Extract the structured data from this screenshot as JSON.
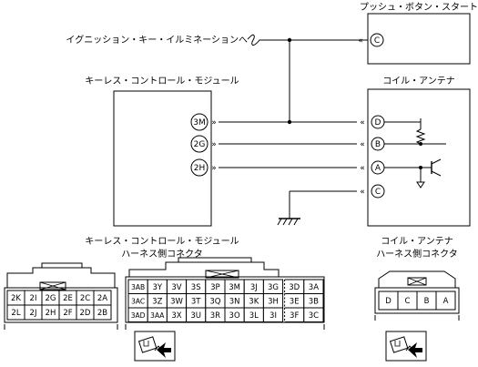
{
  "labels": {
    "push_button_start": "プッシュ・ボタン・スタート",
    "ignition_illumination": "イグニッション・キー・イルミネーションへ",
    "keyless_module": "キーレス・コントロール・モジュール",
    "coil_antenna": "コイル・アンテナ",
    "keyless_connector_line1": "キーレス・コントロール・モジュール",
    "keyless_connector_line2": "ハーネス側コネクタ",
    "coil_connector_line1": "コイル・アンテナ",
    "coil_connector_line2": "ハーネス側コネクタ"
  },
  "pins": {
    "push_c": "C",
    "module_3m": "3M",
    "module_2g": "2G",
    "module_2h": "2H",
    "coil_d": "D",
    "coil_b": "B",
    "coil_a": "A",
    "coil_c": "C"
  },
  "connector_2": {
    "rows": [
      [
        "2K",
        "2I",
        "2G",
        "2E",
        "2C",
        "2A"
      ],
      [
        "2L",
        "2J",
        "2H",
        "2F",
        "2D",
        "2B"
      ]
    ]
  },
  "connector_3": {
    "rows": [
      [
        "3AB",
        "3Y",
        "3V",
        "3S",
        "3P",
        "3M",
        "3J",
        "3G",
        "3D",
        "3A"
      ],
      [
        "3AC",
        "3Z",
        "3W",
        "3T",
        "3Q",
        "3N",
        "3K",
        "3H",
        "3E",
        "3B"
      ],
      [
        "3AD",
        "3AA",
        "3X",
        "3U",
        "3R",
        "3O",
        "3L",
        "3I",
        "3F",
        "3C"
      ]
    ]
  },
  "connector_coil": {
    "cells": [
      "D",
      "C",
      "B",
      "A"
    ]
  }
}
